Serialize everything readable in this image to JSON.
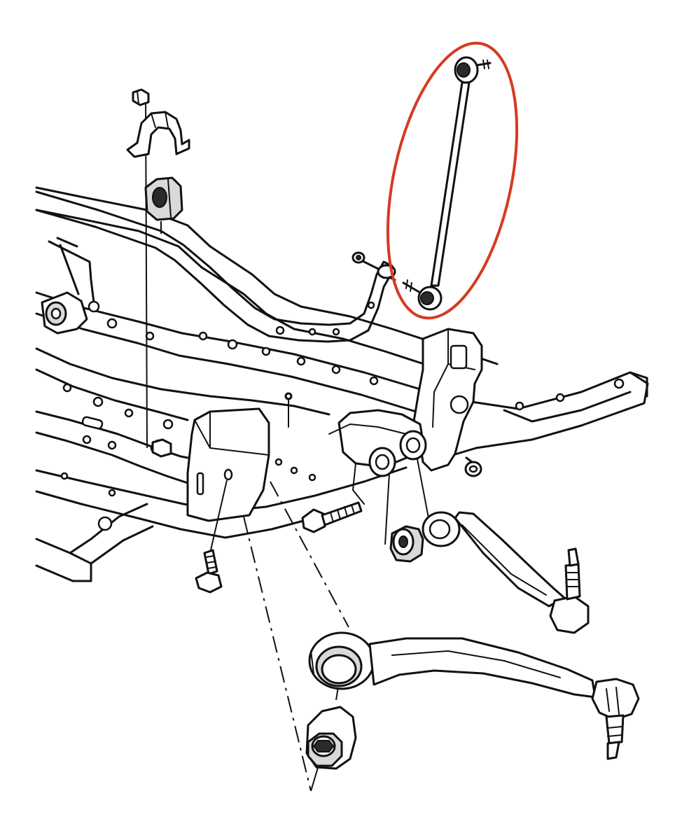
{
  "diagram": {
    "labels": [],
    "highlight": {
      "target": "stabilizer-link",
      "color": "#d63a22"
    },
    "parts": [
      "crossmember",
      "stabilizer-bar",
      "stabilizer-link",
      "stabilizer-bushing",
      "bushing-clamp",
      "lower-control-arm-rear",
      "lower-control-arm-front",
      "control-arm-bushing",
      "mounting-bolt",
      "nut"
    ],
    "colors": {
      "line": "#111111",
      "background": "#ffffff",
      "shade": "#d9d9d9"
    }
  }
}
